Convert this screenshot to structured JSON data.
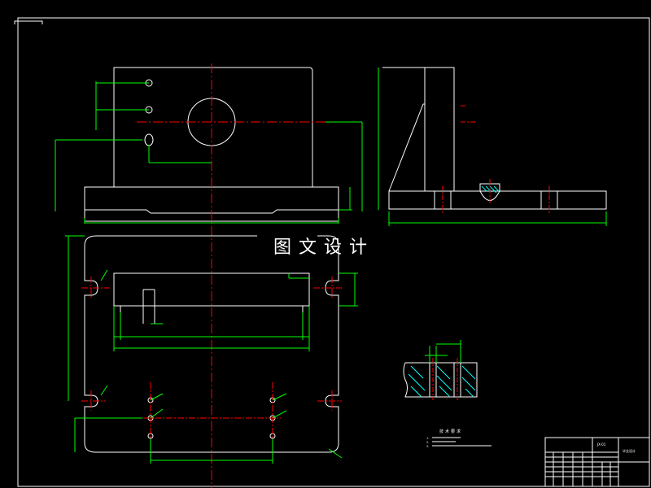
{
  "watermark": "图文设计",
  "colors": {
    "background": "#000000",
    "outline": "#ffffff",
    "dimension": "#00ff00",
    "centerline": "#ff0000",
    "hatch": "#00ffff"
  },
  "technical_requirements": {
    "title": "技术要求",
    "items": [
      "1.",
      "2.",
      "3."
    ]
  },
  "title_block": {
    "part_name": "JX-01",
    "company": "毕业设计"
  }
}
